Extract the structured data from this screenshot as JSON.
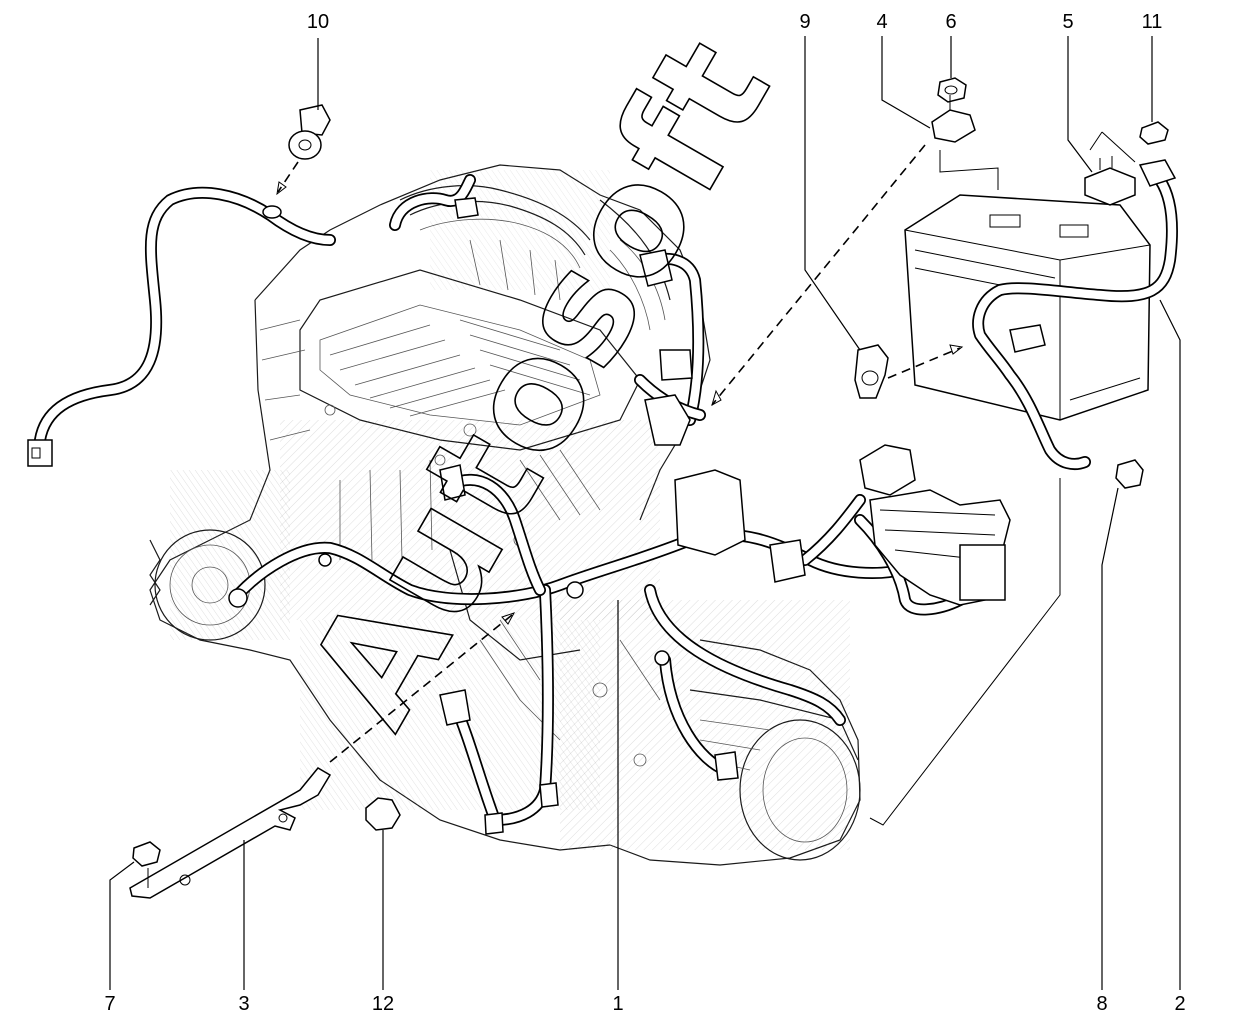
{
  "callouts": [
    {
      "id": "c1",
      "label": "1"
    },
    {
      "id": "c2",
      "label": "2"
    },
    {
      "id": "c3",
      "label": "3"
    },
    {
      "id": "c4",
      "label": "4"
    },
    {
      "id": "c5",
      "label": "5"
    },
    {
      "id": "c6",
      "label": "6"
    },
    {
      "id": "c7",
      "label": "7"
    },
    {
      "id": "c8",
      "label": "8"
    },
    {
      "id": "c9",
      "label": "9"
    },
    {
      "id": "c10",
      "label": "10"
    },
    {
      "id": "c11",
      "label": "11"
    },
    {
      "id": "c12",
      "label": "12"
    }
  ],
  "watermark": "Autosoft"
}
